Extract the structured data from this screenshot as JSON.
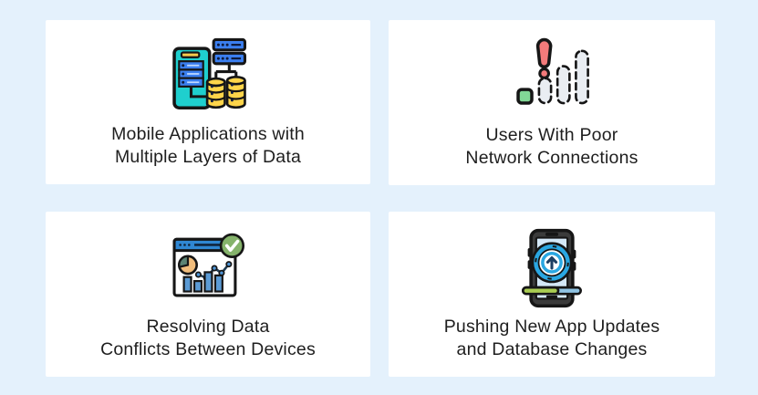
{
  "page": {
    "background_color": "#e4f1fc",
    "card_color": "#ffffff",
    "text_color": "#1e1e1e"
  },
  "cards": [
    {
      "name": "mobile-applications-multiple-layers",
      "icon": "phone-servers-databases-icon",
      "line1": "Mobile Applications with",
      "line2": "Multiple Layers of Data"
    },
    {
      "name": "poor-network-connections",
      "icon": "weak-signal-warning-icon",
      "line1": "Users With Poor",
      "line2": "Network Connections"
    },
    {
      "name": "resolving-data-conflicts",
      "icon": "analytics-window-check-icon",
      "line1": "Resolving Data",
      "line2": "Conflicts Between Devices"
    },
    {
      "name": "pushing-app-updates",
      "icon": "phone-upload-progress-icon",
      "line1": "Pushing New App Updates",
      "line2": "and Database Changes"
    }
  ],
  "icon_colors": {
    "teal": "#1fcfce",
    "server_blue": "#3b7ff0",
    "database_yellow": "#ffd54a",
    "speaker_yellow": "#f8ca4d",
    "warning_red": "#f37a7a",
    "signal_green": "#82d796",
    "signal_bar_gray": "#e9edf2",
    "browser_header_blue": "#2f87d3",
    "check_green": "#85b36b",
    "pie_tan": "#f1bd7c",
    "pie_slice_teal": "#5c8474",
    "chart_bar_blue": "#5b9bd5",
    "update_ring_blue": "#2aa7e2",
    "progress_green": "#a9cc52",
    "progress_blue": "#8fc3e3",
    "outline_dark": "#161616"
  }
}
